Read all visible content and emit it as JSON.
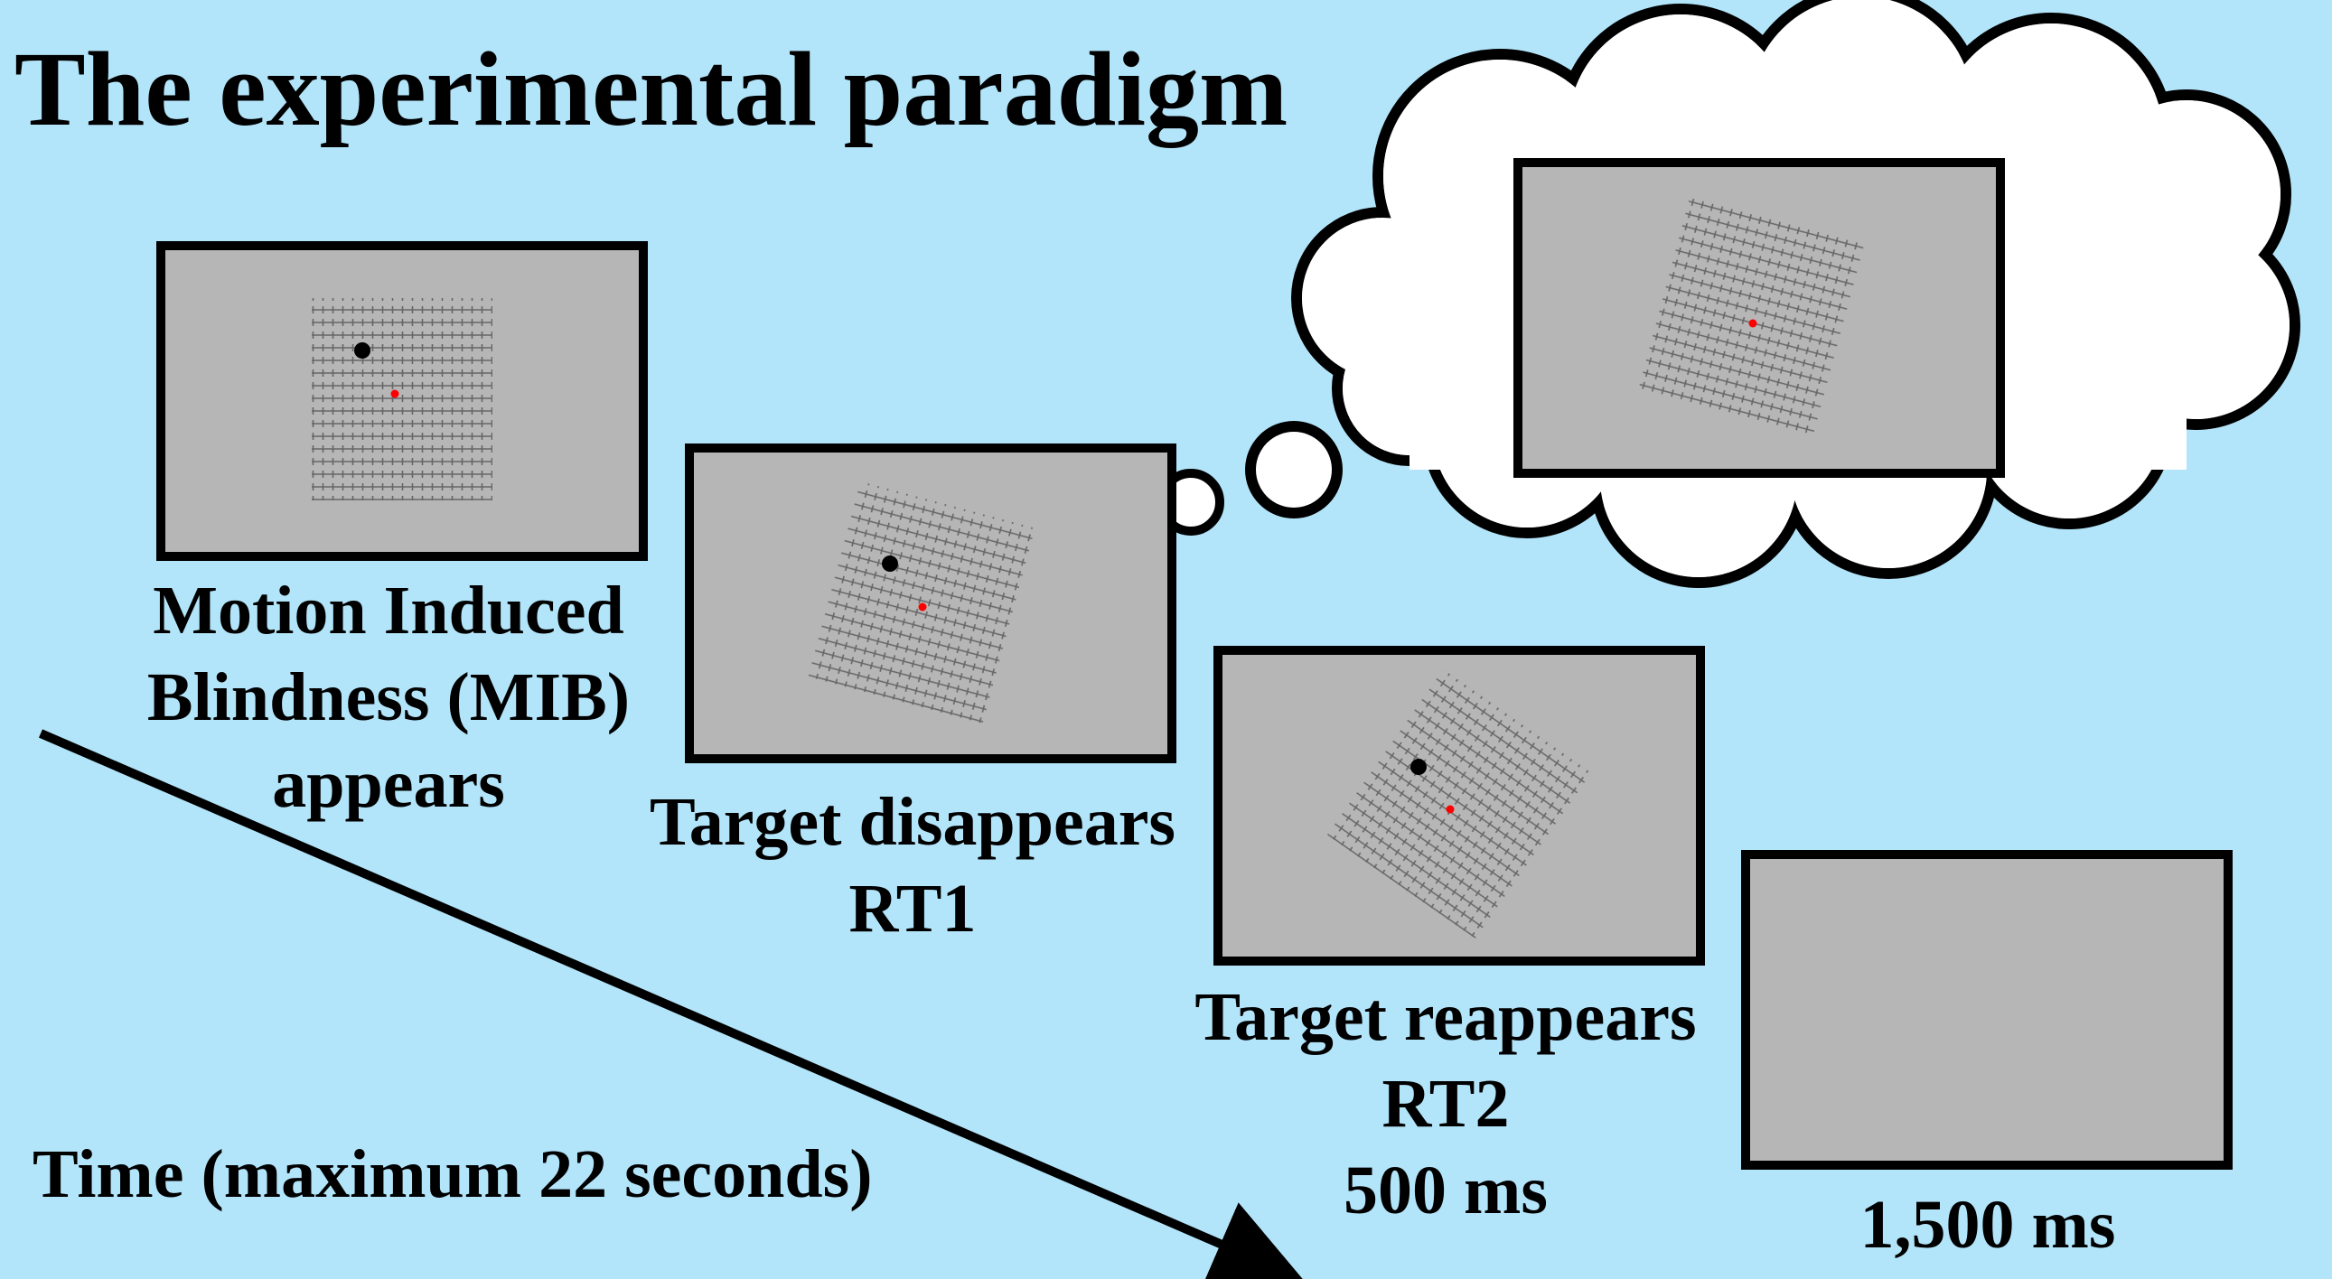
{
  "title": "The experimental paradigm",
  "panels": [
    {
      "id": "mib",
      "lines": [
        "Motion Induced",
        "Blindness (MIB)",
        "appears"
      ]
    },
    {
      "id": "disappear",
      "lines": [
        "Target disappears",
        "RT1"
      ]
    },
    {
      "id": "reappear",
      "lines": [
        "Target reappears",
        "RT2",
        "500 ms"
      ]
    },
    {
      "id": "blank",
      "lines": [
        "1,500 ms"
      ]
    }
  ],
  "time_axis_label": "Time (maximum 22 seconds)",
  "colors": {
    "background": "#b3e5fa",
    "screen": "#b6b6b6",
    "target": "#000000",
    "fixation": "#ff0000",
    "mask": "#666666"
  },
  "icons": [
    "thought-cloud-icon",
    "arrow-icon"
  ]
}
